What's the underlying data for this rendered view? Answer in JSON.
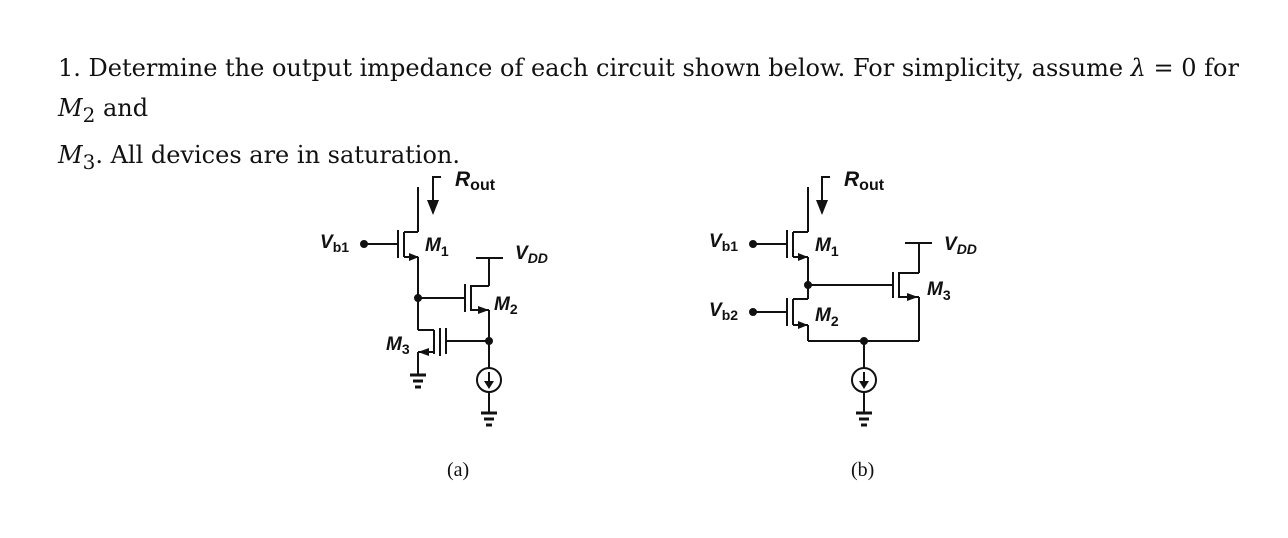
{
  "problem": {
    "number": "1.",
    "text_a": " Determine the output impedance of each circuit shown below.  For simplicity, assume ",
    "lambda": "λ",
    "eq": " = 0 for ",
    "m2": "M",
    "m2_sub": "2",
    "and": " and",
    "m3": "M",
    "m3_sub": "3",
    "text_b": ".  All devices are in saturation."
  },
  "circuit_a": {
    "caption": "(a)",
    "rout": "R",
    "rout_sub": "out",
    "vb1": "V",
    "vb1_sub": "b1",
    "vdd": "V",
    "vdd_sub": "DD",
    "m1": "M",
    "m1_sub": "1",
    "m2": "M",
    "m2_sub": "2",
    "m3": "M",
    "m3_sub": "3"
  },
  "circuit_b": {
    "caption": "(b)",
    "rout": "R",
    "rout_sub": "out",
    "vb1": "V",
    "vb1_sub": "b1",
    "vb2": "V",
    "vb2_sub": "b2",
    "vdd": "V",
    "vdd_sub": "DD",
    "m1": "M",
    "m1_sub": "1",
    "m2": "M",
    "m2_sub": "2",
    "m3": "M",
    "m3_sub": "3"
  }
}
